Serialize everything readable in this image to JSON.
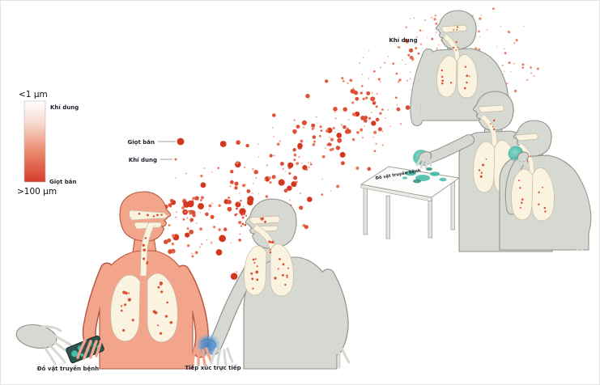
{
  "legend": {
    "top_size": "<1 μm",
    "top_label": "Khí dung",
    "bottom_label": "Giọt bắn",
    "bottom_size": ">100 μm"
  },
  "labels": {
    "droplet": "Giọt bắn",
    "aerosol": "Khí dung",
    "aerosol_far": "Khí dung",
    "fomite_table": "Đồ vật truyền bệnh",
    "fomite_phone": "Đồ vật truyền bệnh",
    "direct_contact": "Tiếp xúc trực tiếp"
  },
  "colors": {
    "label_dark": "#20242e",
    "droplet_red": "#d4371f",
    "droplet_mid": "#dd5036",
    "droplet_soft": "#e97256",
    "droplet_light": "#f0a28c",
    "infected_body": "#f2a58a",
    "infected_outline": "#b9583f",
    "healthy_body": "#d6d8d2",
    "healthy_outline": "#8f938a",
    "airway_cream": "#faf3df",
    "virus_teal": "#3fb8a6",
    "virus_teal_dark": "#1d8577",
    "contact_blue": "#4d92d3",
    "phone_dark": "#30514d",
    "table_line": "#9a9a94",
    "gradient_top": "#ffffff",
    "gradient_bottom": "#d63c2a"
  },
  "cloud": {
    "main_count": 300,
    "mouth_count": 55,
    "aerosol_count": 95,
    "inhale_count": 12
  }
}
